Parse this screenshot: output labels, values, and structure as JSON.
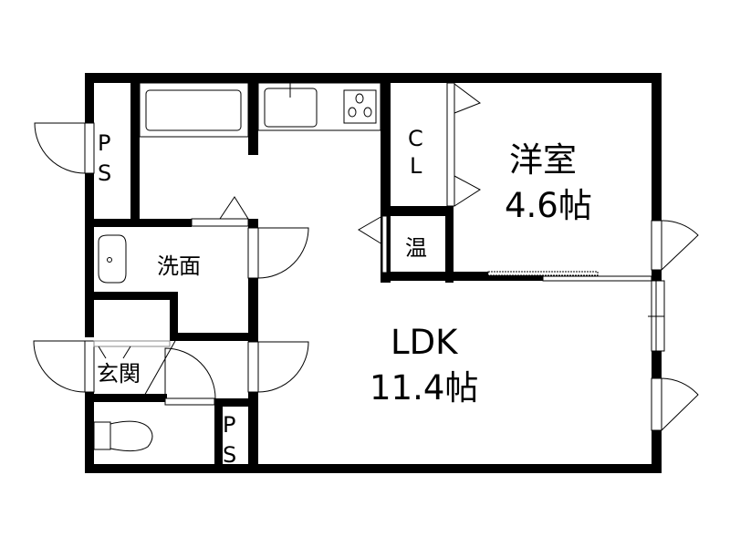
{
  "floor_plan": {
    "rooms": {
      "western": {
        "name": "洋室",
        "size": "4.6帖"
      },
      "ldk": {
        "name": "LDK",
        "size": "11.4帖"
      },
      "washroom": {
        "name": "洗面"
      },
      "entrance": {
        "name": "玄関"
      },
      "closet": {
        "line1": "C",
        "line2": "L"
      },
      "water_heater": {
        "name": "温"
      },
      "ps_top": {
        "line1": "P",
        "line2": "S"
      },
      "ps_bottom": {
        "line1": "P",
        "line2": "S"
      }
    },
    "colors": {
      "wall": "#000000",
      "background": "#ffffff",
      "line": "#000000"
    }
  }
}
